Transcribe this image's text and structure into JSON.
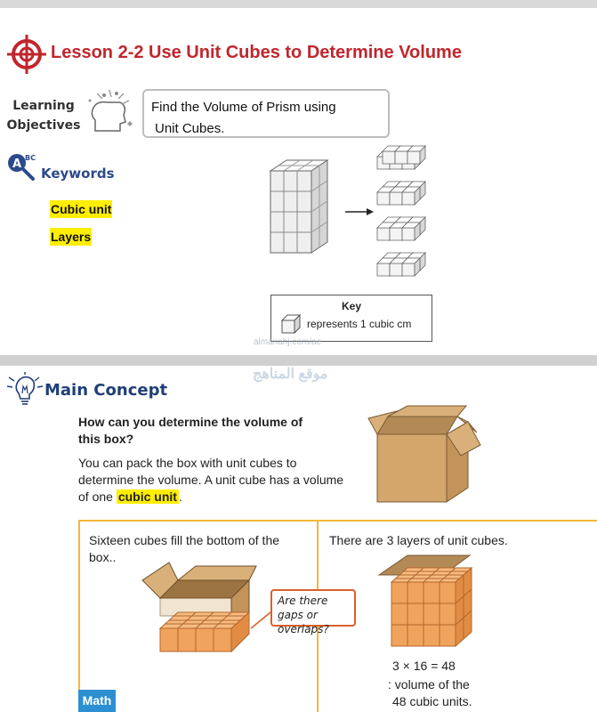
{
  "lesson": {
    "title": "Lesson 2-2 Use Unit Cubes to Determine Volume",
    "objectives_label": [
      "Learning",
      "Objectives"
    ],
    "objective_lines": [
      "Find the Volume of Prism using",
      "Unit Cubes."
    ]
  },
  "keywords": {
    "title": "Keywords",
    "items": [
      "Cubic unit",
      "Layers"
    ]
  },
  "key_box": {
    "title": "Key",
    "text": "represents 1 cubic cm"
  },
  "watermark": {
    "line1": "almanahj.com/ae",
    "line2": "موقع المناهج"
  },
  "main_concept": {
    "title": "Main Concept",
    "question": "How can you determine the volume of this box?",
    "para_before": "You can pack the box with unit cubes to determine the volume. A unit cube has a volume of one ",
    "para_highlight": "cubic unit",
    "para_after": "."
  },
  "panels": {
    "left_caption": "Sixteen cubes fill the bottom of the box..",
    "bubble": "Are there gaps or overlaps?",
    "right_caption": "There are 3 layers of unit cubes.",
    "equation": "3 × 16 = 48",
    "volume_line1": ": volume of the",
    "volume_line2": "48 cubic units."
  },
  "footer": {
    "tag": "Math"
  },
  "colors": {
    "title_red": "#c0262d",
    "keyword_blue": "#2c4a8a",
    "highlight_yellow": "#ffee00",
    "panel_orange": "#f4b73a",
    "cube_orange": "#f0a35c",
    "math_blue": "#2b8fd2"
  }
}
